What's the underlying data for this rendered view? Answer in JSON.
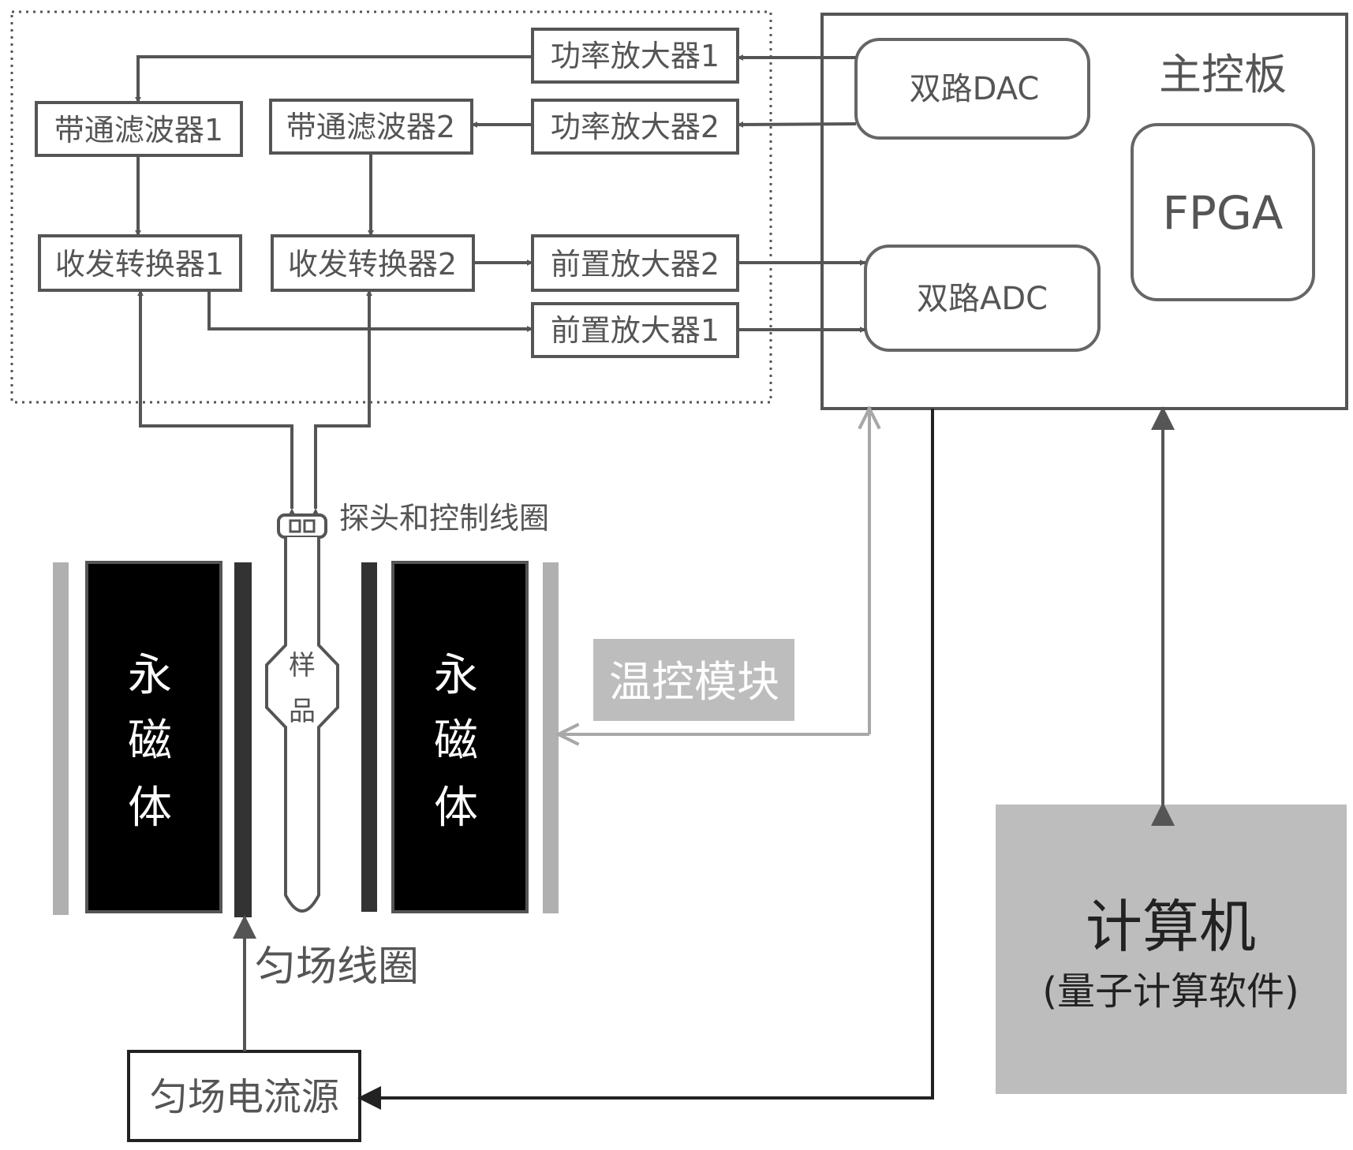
{
  "blocks": {
    "power_amp_1": "功率放大器1",
    "power_amp_2": "功率放大器2",
    "bandpass_1": "带通滤波器1",
    "bandpass_2": "带通滤波器2",
    "trx_switch_1": "收发转换器1",
    "trx_switch_2": "收发转换器2",
    "preamp_1": "前置放大器1",
    "preamp_2": "前置放大器2",
    "dac": "双路DAC",
    "adc": "双路ADC",
    "main_board": "主控板",
    "fpga": "FPGA",
    "temp_module": "温控模块",
    "computer": "计算机",
    "computer_sub": "(量子计算软件)",
    "shim_source": "匀场电流源"
  },
  "labels": {
    "probe": "探头和控制线圈",
    "shim_coil": "匀场线圈",
    "sample_1": "样",
    "sample_2": "品",
    "magnet_left": [
      "永",
      "磁",
      "体"
    ],
    "magnet_right": [
      "永",
      "磁",
      "体"
    ]
  },
  "colors": {
    "line": "#555555",
    "dark_line": "#222222",
    "light_line": "#a8a8a8",
    "magnet": "#000000",
    "gray_block": "#bdbdbd",
    "temp_text": "#ffffff"
  }
}
